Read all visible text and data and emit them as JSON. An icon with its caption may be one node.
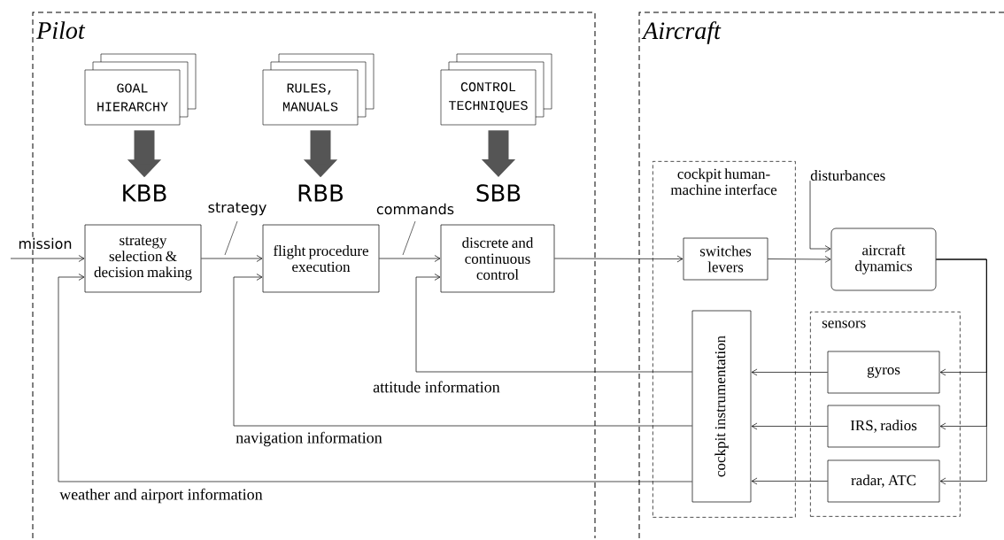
{
  "diagram": {
    "nodes": [
      {
        "text": [
          "Pilot"
        ]
      },
      {
        "text": [
          "Aircraft"
        ]
      },
      {
        "text": [
          "GOAL HIERARCHY"
        ],
        "in": 0
      },
      {
        "text": [
          "RULES, MANUALS"
        ],
        "in": 0
      },
      {
        "text": [
          "CONTROL TECHNIQUES"
        ],
        "in": 0
      },
      {
        "text": [
          "KBB"
        ],
        "in": 0
      },
      {
        "text": [
          "RBB"
        ],
        "in": 0
      },
      {
        "text": [
          "SBB"
        ],
        "in": 0
      },
      {
        "text": [
          "strategy selection & decision making"
        ],
        "in": 0
      },
      {
        "text": [
          "flight procedure execution"
        ],
        "in": 0
      },
      {
        "text": [
          "discrete and continuous control"
        ],
        "in": 0
      },
      {
        "text": [
          "cockpit human-machine interface"
        ],
        "in": 1
      },
      {
        "text": [
          "switches levers"
        ],
        "in": 11
      },
      {
        "text": [
          "aircraft dynamics"
        ],
        "in": 1
      },
      {
        "text": [
          "cockpit instrumentation"
        ],
        "in": 11
      },
      {
        "text": [
          "sensors"
        ],
        "in": 1
      },
      {
        "text": [
          "gyros"
        ],
        "in": 15
      },
      {
        "text": [
          "IRS, radios"
        ],
        "in": 15
      },
      {
        "text": [
          "radar, ATC"
        ],
        "in": 15
      },
      {
        "text": [
          "disturbances"
        ],
        "in": 1
      }
    ],
    "edges": [
      {
        "from": 2,
        "to": 5,
        "arrow": "to",
        "style": "thick",
        "color": "#555555"
      },
      {
        "from": 3,
        "to": 6,
        "arrow": "to",
        "style": "thick",
        "color": "#555555"
      },
      {
        "from": 4,
        "to": 7,
        "arrow": "to",
        "style": "thick",
        "color": "#555555"
      },
      {
        "from": null,
        "to": 8,
        "arrow": "to",
        "label": "mission"
      },
      {
        "from": 8,
        "to": 9,
        "arrow": "to",
        "label": "strategy"
      },
      {
        "from": 9,
        "to": 10,
        "arrow": "to",
        "label": "commands"
      },
      {
        "from": 10,
        "to": 12,
        "arrow": "to"
      },
      {
        "from": 12,
        "to": 13,
        "arrow": "to"
      },
      {
        "from": 19,
        "to": 13,
        "arrow": "to"
      },
      {
        "from": 13,
        "to": 16,
        "arrow": "to"
      },
      {
        "from": 13,
        "to": 17,
        "arrow": "to"
      },
      {
        "from": 13,
        "to": 18,
        "arrow": "to"
      },
      {
        "from": 16,
        "to": 14,
        "arrow": "to"
      },
      {
        "from": 17,
        "to": 14,
        "arrow": "to"
      },
      {
        "from": 18,
        "to": 14,
        "arrow": "to"
      },
      {
        "from": 14,
        "to": 10,
        "arrow": "to",
        "label": "attitude information"
      },
      {
        "from": 14,
        "to": 9,
        "arrow": "to",
        "label": "navigation information"
      },
      {
        "from": 14,
        "to": 8,
        "arrow": "to",
        "label": "weather and airport information"
      }
    ]
  }
}
